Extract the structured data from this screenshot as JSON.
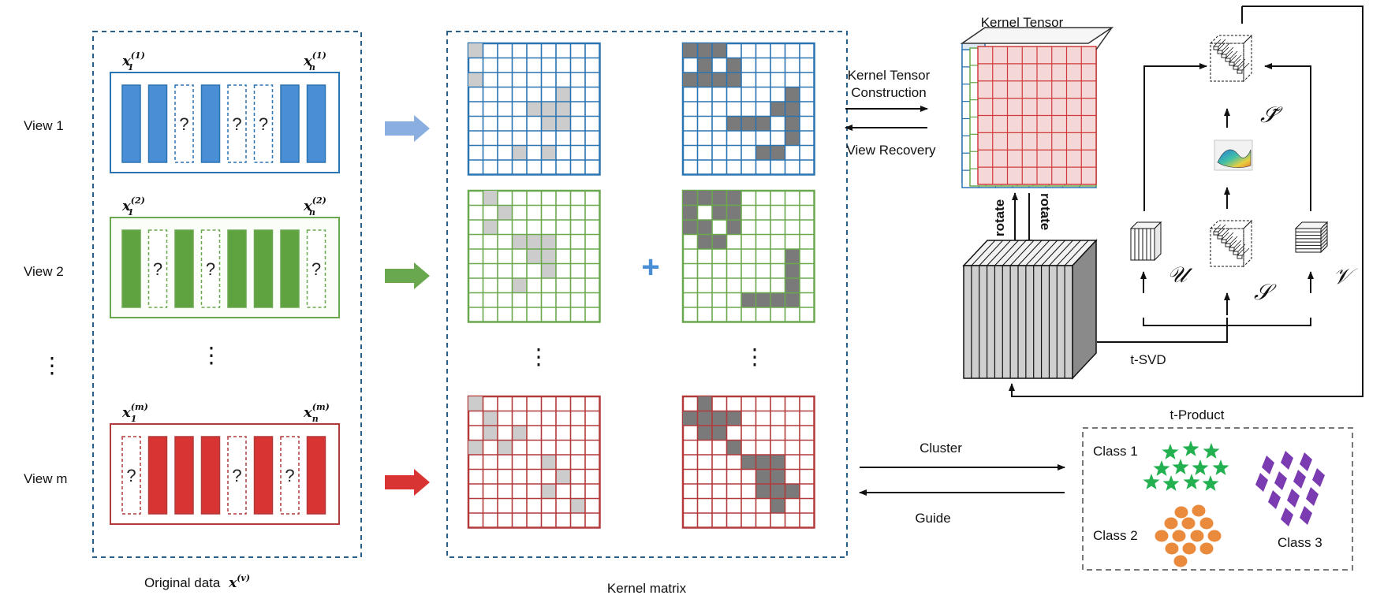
{
  "diagram": {
    "views": [
      {
        "label": "View 1",
        "color": "#2a74b2",
        "fill": "#4a8fd6",
        "light": "#c9c9c9",
        "top_first": "x",
        "top_first_sup": "(1)",
        "top_last": "x",
        "top_last_sup": "(1)",
        "pattern": [
          "bar",
          "bar",
          "q",
          "bar",
          "q",
          "q",
          "bar",
          "bar"
        ]
      },
      {
        "label": "View 2",
        "color": "#6aa84f",
        "fill": "#5ea33f",
        "light": "#c9c9c9",
        "top_first": "x",
        "top_first_sup": "(2)",
        "top_last": "x",
        "top_last_sup": "(2)",
        "pattern": [
          "bar",
          "q",
          "bar",
          "q",
          "bar",
          "bar",
          "bar",
          "q"
        ]
      },
      {
        "label": "View m",
        "color": "#b23a3a",
        "fill": "#d93434",
        "light": "#c9c9c9",
        "top_first": "x",
        "top_first_sup": "(m)",
        "top_last": "x",
        "top_last_sup": "(m)",
        "pattern": [
          "q",
          "bar",
          "bar",
          "bar",
          "q",
          "bar",
          "q",
          "bar"
        ]
      }
    ],
    "sub_first": "1",
    "sub_last": "n",
    "question_mark": "?",
    "vdots": "⋮",
    "plus_sign": "+",
    "original_data_label": "Original data",
    "original_data_math": "x",
    "original_data_sup": "(v)",
    "kernel_matrix_label": "Kernel matrix",
    "kernel_tensor_label": "Kernel Tensor",
    "kernel_tensor_construction_1": "Kernel Tensor",
    "kernel_tensor_construction_2": "Construction",
    "view_recovery_label": "View Recovery",
    "rotate_left": "rotate",
    "rotate_right": "rotate",
    "tsvd_label": "t-SVD",
    "tproduct_label": "t-Product",
    "u_symbol": "𝒰",
    "s_symbol": "𝒮",
    "v_symbol": "𝒱",
    "s_tilde_symbol": "𝒮̃",
    "cluster_label": "Cluster",
    "guide_label": "Guide",
    "class1_label": "Class 1",
    "class2_label": "Class 2",
    "class3_label": "Class 3",
    "colors": {
      "dash_box": "#2a5f8a",
      "cluster_box": "#777777",
      "dark_cell": "#7a7a7a",
      "light_cell": "#cccccc",
      "star": "#22b050",
      "dot": "#ea8a3c",
      "diamond": "#7a3cb0"
    }
  }
}
